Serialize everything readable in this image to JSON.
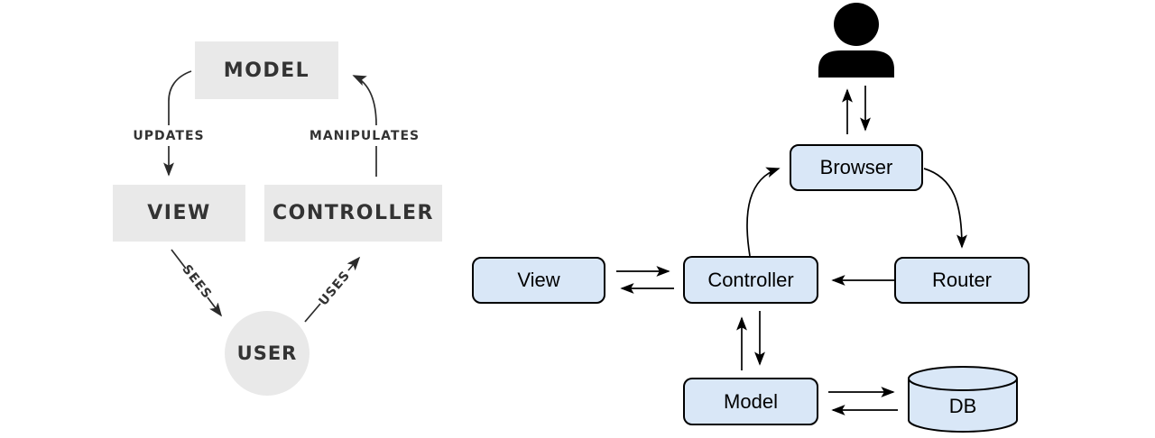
{
  "mvc_triangle": {
    "nodes": {
      "model": "MODEL",
      "view": "VIEW",
      "controller": "CONTROLLER",
      "user": "USER"
    },
    "edge_labels": {
      "updates": "UPDATES",
      "manipulates": "MANIPULATES",
      "sees": "SEES",
      "uses": "USES"
    }
  },
  "mvc_flow": {
    "nodes": {
      "browser": "Browser",
      "view": "View",
      "controller": "Controller",
      "router": "Router",
      "model": "Model",
      "db": "DB"
    },
    "icons": {
      "user": "person-icon"
    }
  },
  "colors": {
    "node_gray": "#e9e9e9",
    "node_blue": "#d9e7f7",
    "text_dark": "#333333",
    "line_black": "#000000"
  }
}
